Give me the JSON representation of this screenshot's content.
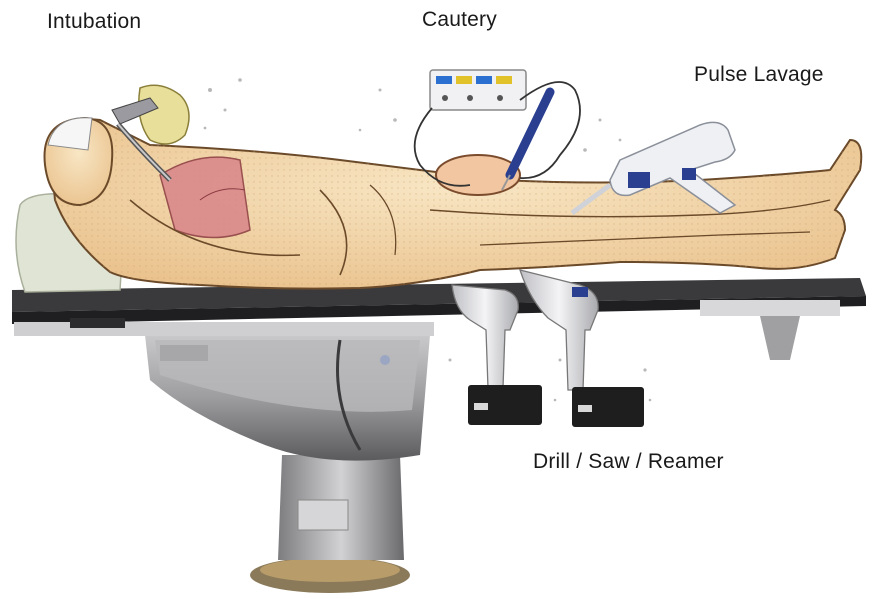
{
  "labels": {
    "intubation": "Intubation",
    "cautery": "Cautery",
    "pulse_lavage": "Pulse Lavage",
    "drill_saw_reamer": "Drill / Saw / Reamer"
  },
  "colors": {
    "skin": "#f3d7a8",
    "skin_outline": "#6b4a2a",
    "lungs": "#d9858a",
    "table_top": "#2b2b2e",
    "table_base": "#9a9a9c",
    "pillow": "#dfe4d4",
    "drill_body": "#e9e9ec",
    "battery": "#1e1e1e",
    "cautery_blue": "#2a3f8f",
    "lavage_white": "#eef0f4"
  },
  "icons": [
    "patient-figure",
    "intubation-laryngoscope-icon",
    "cautery-generator-icon",
    "cautery-pen-icon",
    "pulse-lavage-gun-icon",
    "drill-icon",
    "saw-icon",
    "operating-table-icon"
  ]
}
